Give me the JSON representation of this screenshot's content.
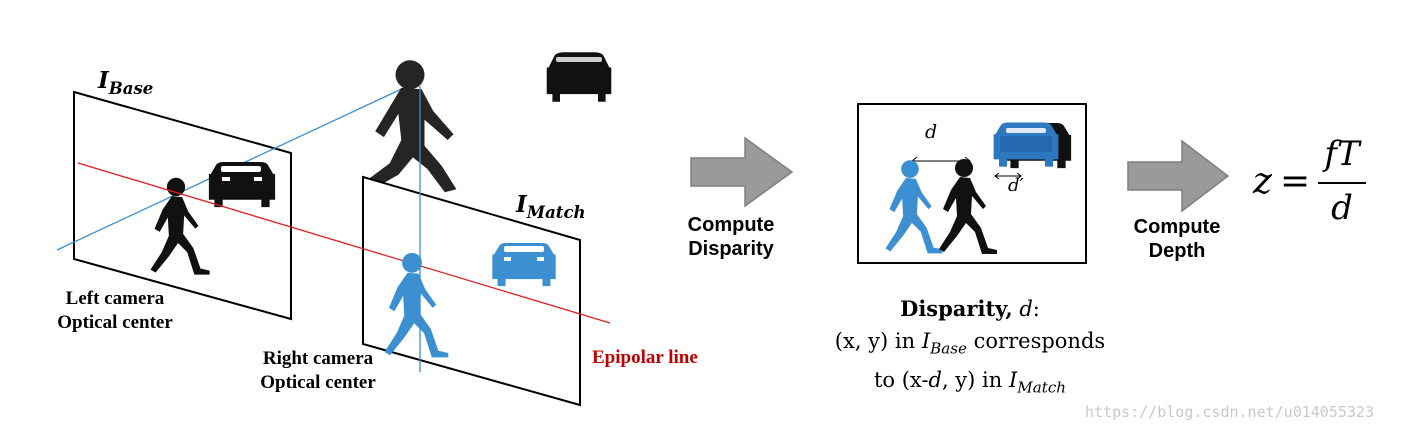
{
  "image_labels": {
    "base": {
      "main": "I",
      "sub": "Base"
    },
    "match": {
      "main": "I",
      "sub": "Match"
    }
  },
  "camera_labels": {
    "left_line1": "Left camera",
    "left_line2": "Optical center",
    "right_line1": "Right camera",
    "right_line2": "Optical center"
  },
  "epipolar_label": "Epipolar line",
  "steps": {
    "disparity_line1": "Compute",
    "disparity_line2": "Disparity",
    "depth_line1": "Compute",
    "depth_line2": "Depth"
  },
  "disparity_box": {
    "d_label": "d",
    "d_prime_label": "d′"
  },
  "disparity_caption": {
    "title": "Disparity,",
    "title_var": "d",
    "title_colon": ":",
    "line2_pre": "(x, y) in",
    "line2_img": "I",
    "line2_sub": "Base",
    "line2_post": "corresponds",
    "line3_pre": "to (x-",
    "line3_var": "d",
    "line3_mid": ", y) in",
    "line3_img": "I",
    "line3_sub": "Match"
  },
  "formula": {
    "lhs": "z",
    "eq": "=",
    "numerator": "fT",
    "denominator": "d"
  },
  "watermark": "https://blog.csdn.net/u014055323",
  "colors": {
    "epipolar_line": "#e01e1e",
    "epipolar_label": "#c00000",
    "sight_line": "#3a8fd0",
    "object_blue": "#3c8fd0",
    "object_dark_blue": "#1d5c9c",
    "object_black": "#111111",
    "arrow_fill": "#9a9a9a",
    "arrow_stroke": "#7f7f7f"
  }
}
